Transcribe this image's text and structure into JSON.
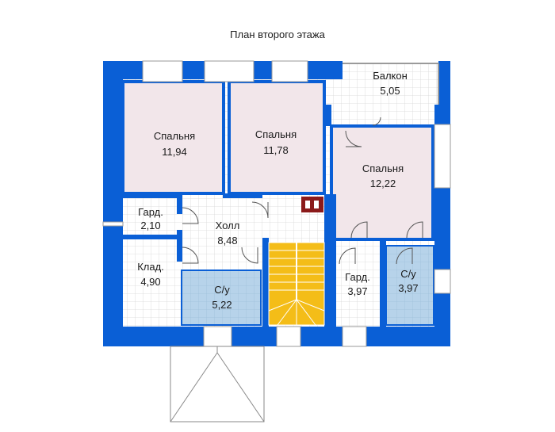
{
  "title": "План второго этажа",
  "colors": {
    "wall": "#0a5fd6",
    "bedroom": "#f2e6ea",
    "bathroom": "#b7d3ea",
    "tile_grid": "#d8d8d8",
    "stairs": "#f4bd18",
    "furnace": "#8b1a1a",
    "window_frame": "#9a9a9a"
  },
  "rooms": [
    {
      "id": "bedroom-1",
      "name": "Спальня",
      "area": "11,94"
    },
    {
      "id": "bedroom-2",
      "name": "Спальня",
      "area": "11,78"
    },
    {
      "id": "balcony",
      "name": "Балкон",
      "area": "5,05"
    },
    {
      "id": "bedroom-3",
      "name": "Спальня",
      "area": "12,22"
    },
    {
      "id": "wardrobe-1",
      "name": "Гард.",
      "area": "2,10"
    },
    {
      "id": "hall",
      "name": "Холл",
      "area": "8,48"
    },
    {
      "id": "storage",
      "name": "Клад.",
      "area": "4,90"
    },
    {
      "id": "bathroom-1",
      "name": "С/у",
      "area": "5,22"
    },
    {
      "id": "wardrobe-2",
      "name": "Гард.",
      "area": "3,97"
    },
    {
      "id": "bathroom-2",
      "name": "С/у",
      "area": "3,97"
    }
  ]
}
